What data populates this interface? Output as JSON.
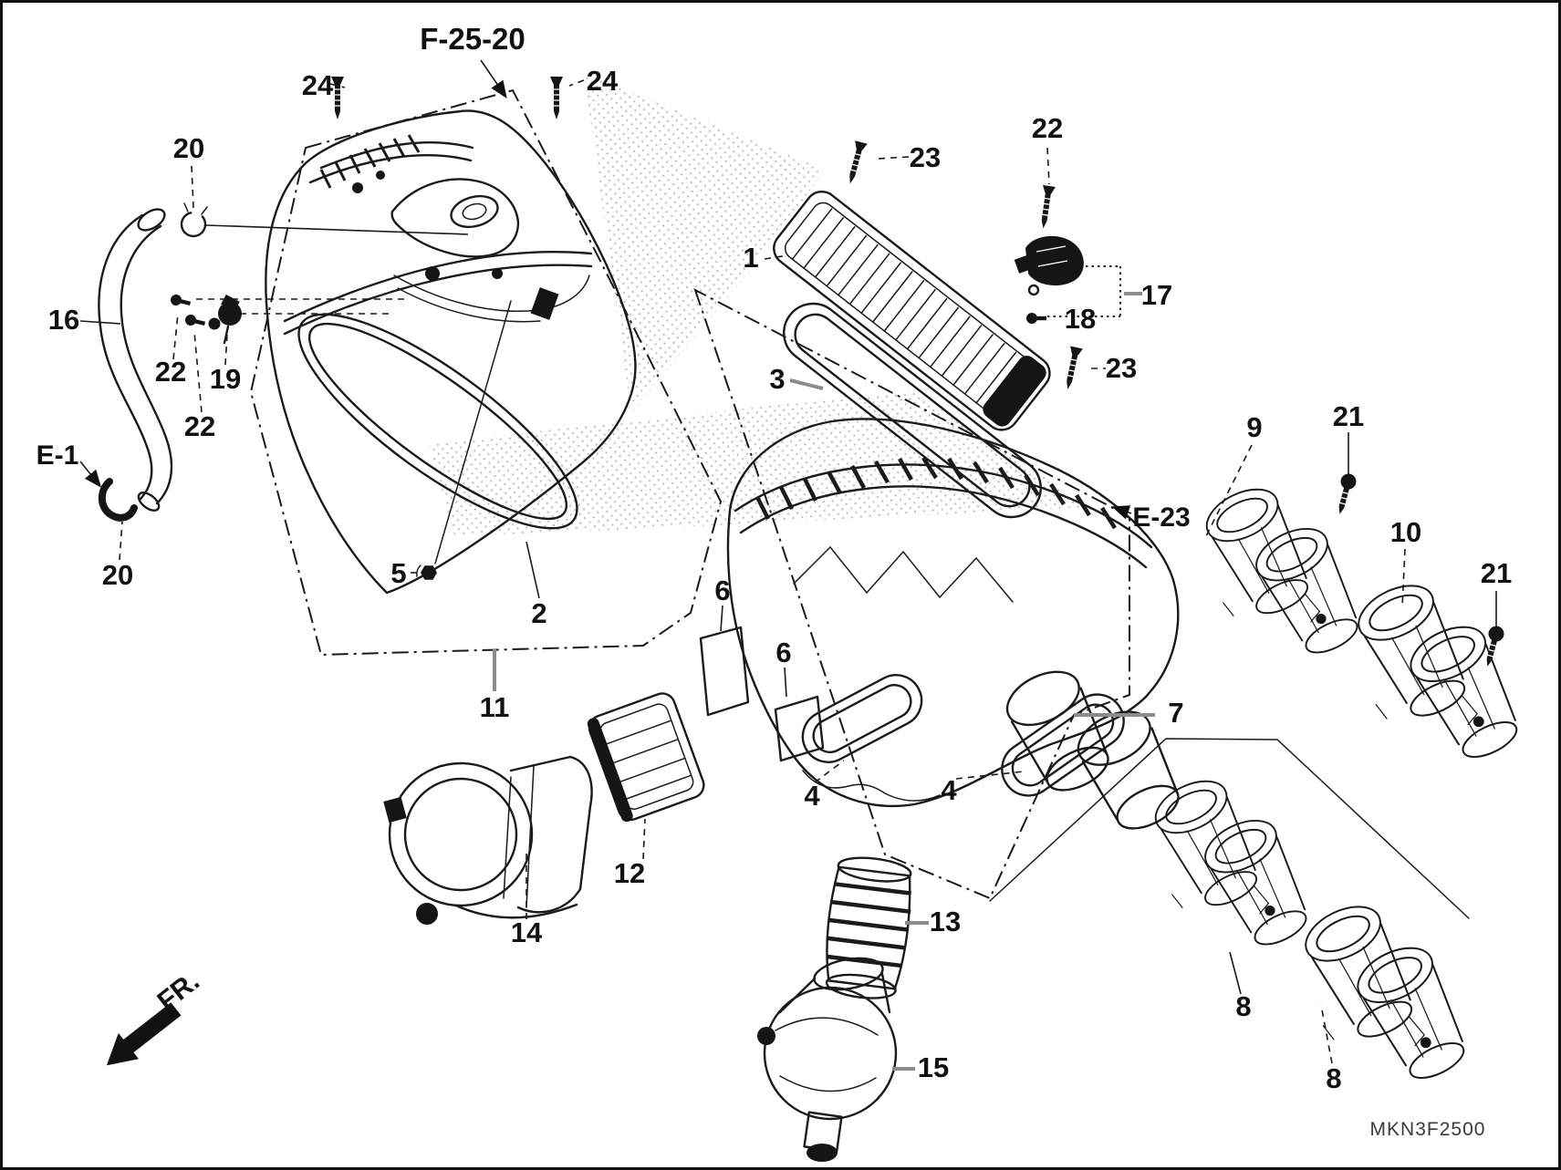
{
  "diagram": {
    "title": "F-25-20",
    "sheet_code": "MKN3F2500",
    "ref_left": "E-1",
    "ref_right": "E-23",
    "direction_label": "FR.",
    "colors": {
      "ink": "#1a1a1a",
      "leader_gray": "#8c8c8c",
      "paper": "#ffffff"
    },
    "callouts": {
      "n1": "1",
      "n2": "2",
      "n3": "3",
      "n4a": "4",
      "n4b": "4",
      "n5": "5",
      "n6a": "6",
      "n6b": "6",
      "n7": "7",
      "n8a": "8",
      "n8b": "8",
      "n9": "9",
      "n10": "10",
      "n11": "11",
      "n12": "12",
      "n13": "13",
      "n14": "14",
      "n15": "15",
      "n16": "16",
      "n17": "17",
      "n18": "18",
      "n19": "19",
      "n20a": "20",
      "n20b": "20",
      "n21a": "21",
      "n21b": "21",
      "n22a": "22",
      "n22b": "22",
      "n22c": "22",
      "n23a": "23",
      "n23b": "23",
      "n24a": "24",
      "n24b": "24"
    }
  }
}
